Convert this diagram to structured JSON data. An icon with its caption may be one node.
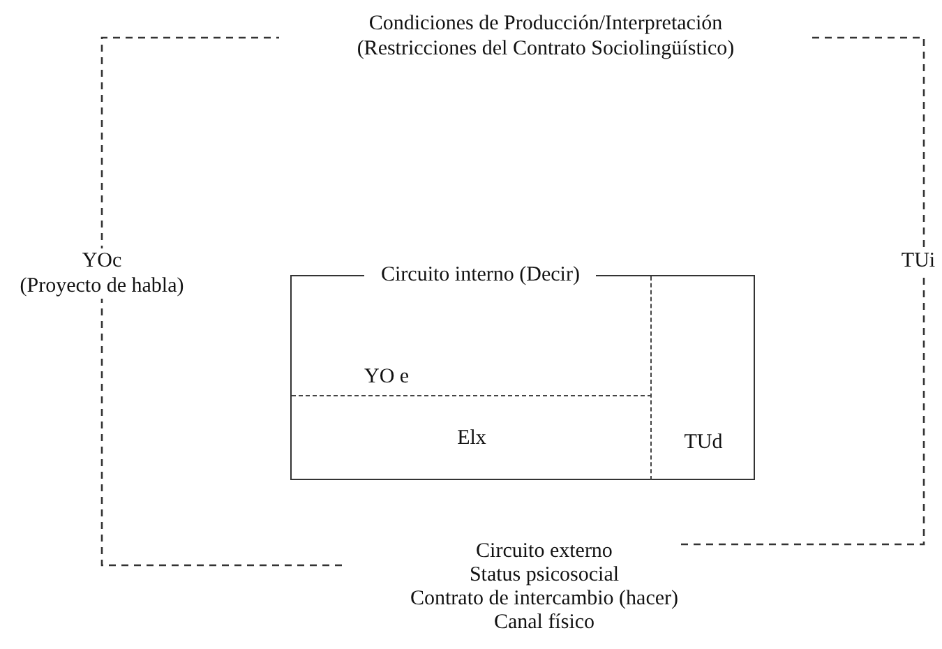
{
  "diagram": {
    "nodes": [
      {
        "text": [
          "Condiciones de Producción/Interpretación (Restricciones del Contrato Sociolingüístico)",
          "Circuito externo",
          "Status psicosocial",
          "Contrato de intercambio (hacer)",
          "Canal físico"
        ]
      },
      {
        "text": [
          "Circuito interno (Decir)"
        ],
        "in": 0
      },
      {
        "text": [
          "YO e"
        ],
        "in": 1
      },
      {
        "text": [
          "Elx"
        ],
        "in": 1
      },
      {
        "text": [
          "TUd"
        ],
        "in": 1
      }
    ],
    "labels": [
      "YOc",
      "(Proyecto de habla)",
      "TUi"
    ]
  }
}
